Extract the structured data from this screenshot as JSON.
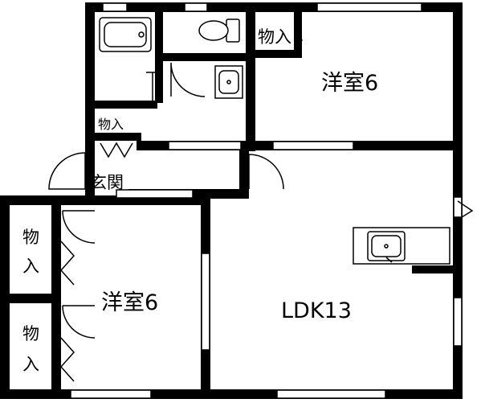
{
  "rooms": {
    "western_room_top": "洋室6",
    "western_room_left": "洋室6",
    "ldk": "LDK13",
    "entrance": "玄関",
    "storage_top": "物入",
    "storage_small": "物入",
    "storage_left_top_1": "物",
    "storage_left_top_2": "入",
    "storage_left_bottom_1": "物",
    "storage_left_bottom_2": "入"
  },
  "colors": {
    "wall": "#000000",
    "background": "#ffffff",
    "line": "#000000"
  },
  "icons": {
    "bathtub": "bathtub-icon",
    "toilet": "toilet-icon",
    "washbasin": "washbasin-icon",
    "kitchen_sink": "kitchen-sink-icon"
  }
}
